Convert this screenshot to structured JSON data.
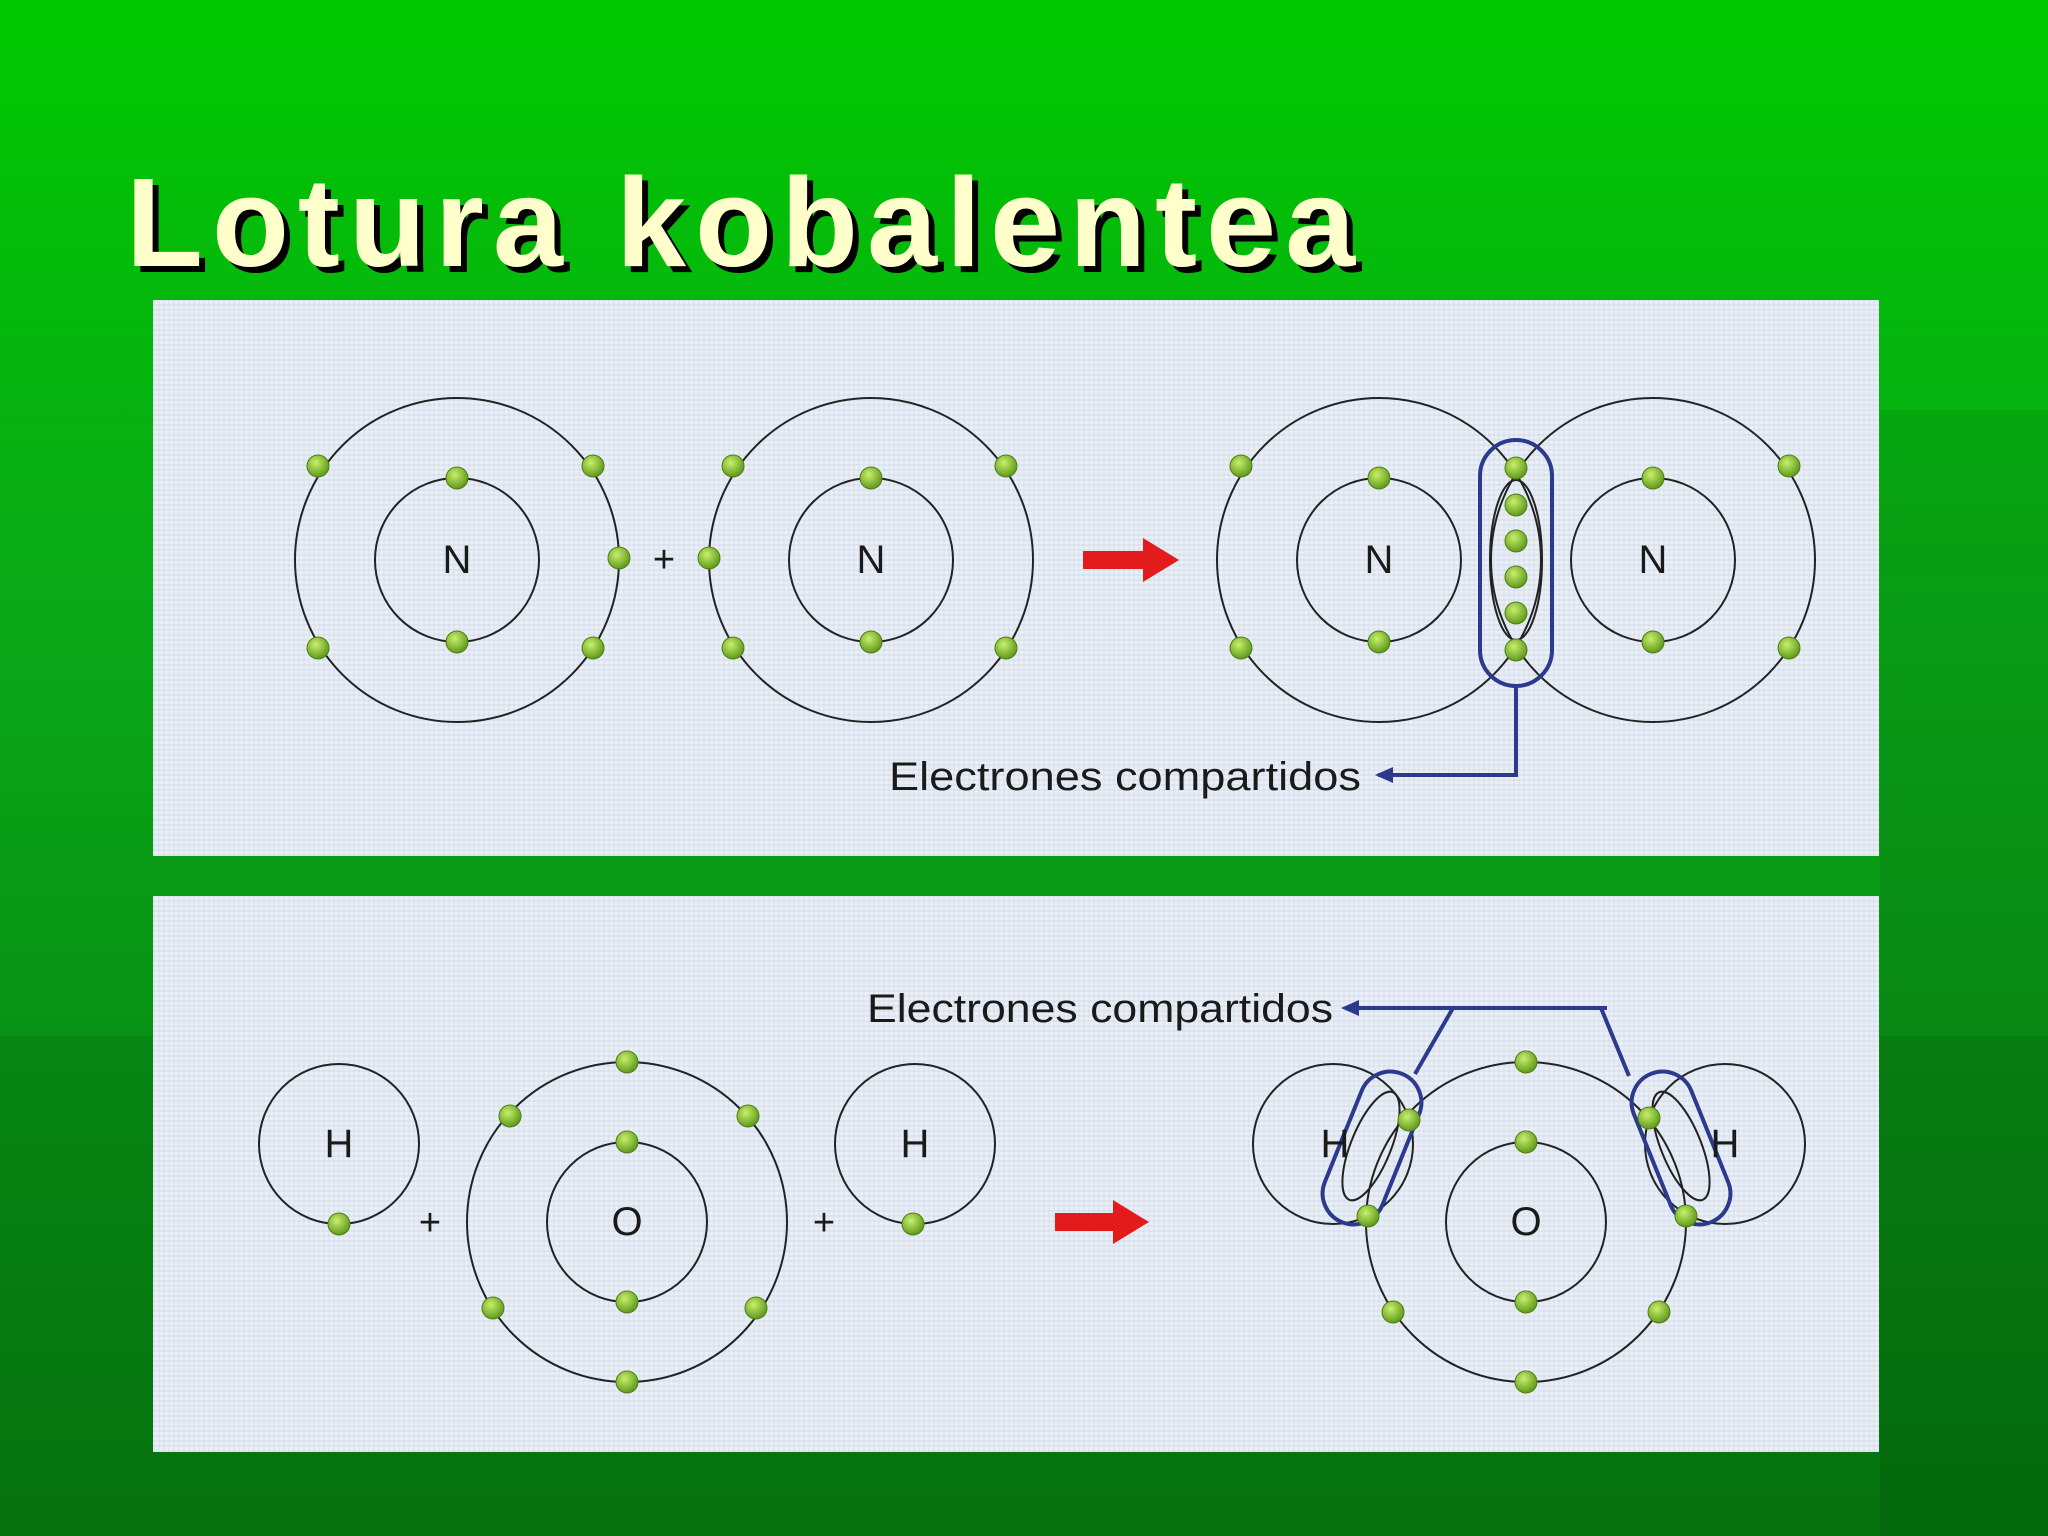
{
  "slide": {
    "title": "Lotura kobalentea"
  },
  "diagram_n2": {
    "atom_left_symbol": "N",
    "atom_right_symbol": "N",
    "plus": "+",
    "product_left_symbol": "N",
    "product_right_symbol": "N",
    "shared_label": "Electrones compartidos"
  },
  "diagram_h2o": {
    "reactant_h1_symbol": "H",
    "reactant_o_symbol": "O",
    "reactant_h2_symbol": "H",
    "plus_1": "+",
    "plus_2": "+",
    "product_h1_symbol": "H",
    "product_o_symbol": "O",
    "product_h2_symbol": "H",
    "shared_label": "Electrones compartidos"
  },
  "colors": {
    "electron": "#8cc63f",
    "orbit": "#222222",
    "bond_outline": "#2b3a8c",
    "arrow": "#e31b1b",
    "title_text": "#ffffcc"
  }
}
